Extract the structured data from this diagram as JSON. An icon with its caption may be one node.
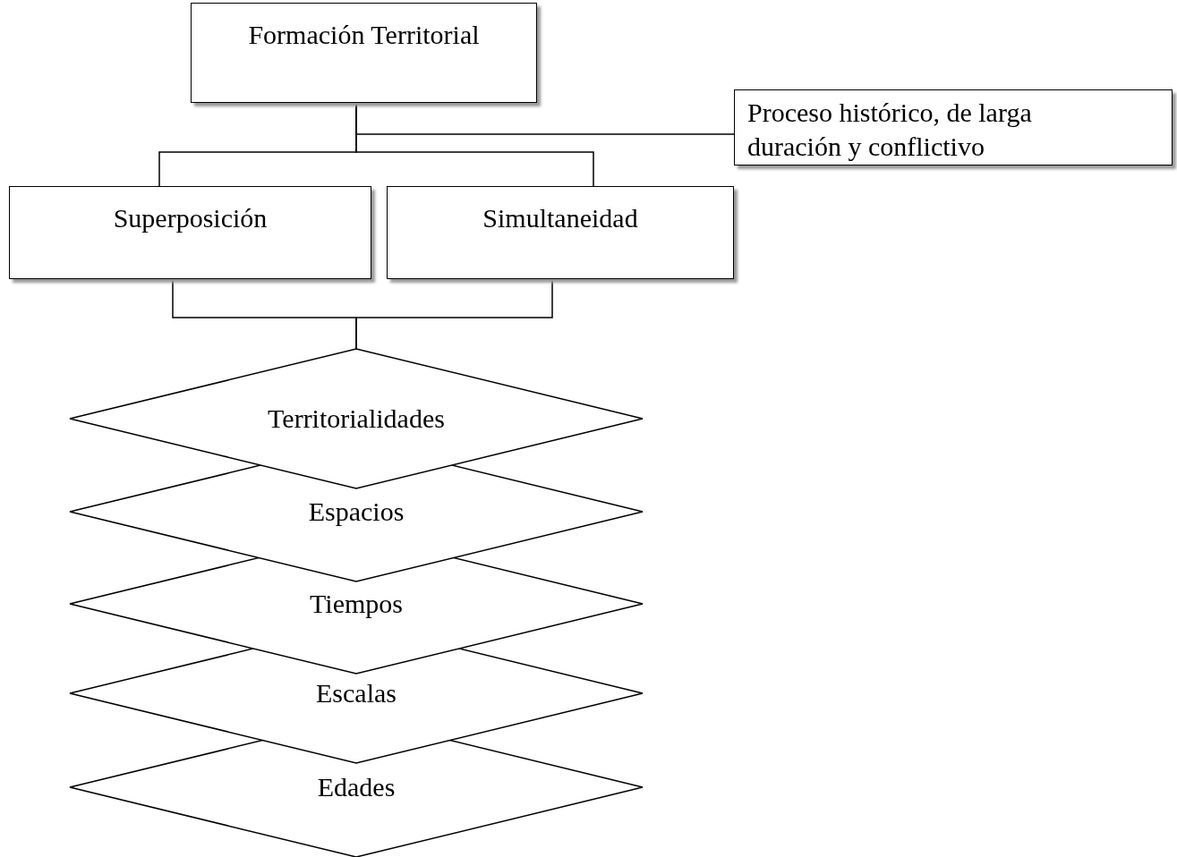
{
  "diagram": {
    "nodes": [
      {
        "text": [
          "Formación Territorial"
        ]
      },
      {
        "text": [
          "Proceso histórico, de larga duración y conflictivo"
        ]
      },
      {
        "text": [
          "Superposición"
        ]
      },
      {
        "text": [
          "Simultaneidad"
        ]
      },
      {
        "text": [
          "Territorialidades"
        ]
      },
      {
        "text": [
          "Espacios"
        ]
      },
      {
        "text": [
          "Tiempos"
        ]
      },
      {
        "text": [
          "Escalas"
        ]
      },
      {
        "text": [
          "Edades"
        ]
      }
    ],
    "edges": [
      {
        "from": 0,
        "to": 2,
        "arrow": "none"
      },
      {
        "from": 0,
        "to": 3,
        "arrow": "none"
      },
      {
        "from": 0,
        "to": 1,
        "arrow": "none"
      },
      {
        "from": 2,
        "to": 4,
        "arrow": "none"
      },
      {
        "from": 3,
        "to": 4,
        "arrow": "none"
      }
    ]
  }
}
